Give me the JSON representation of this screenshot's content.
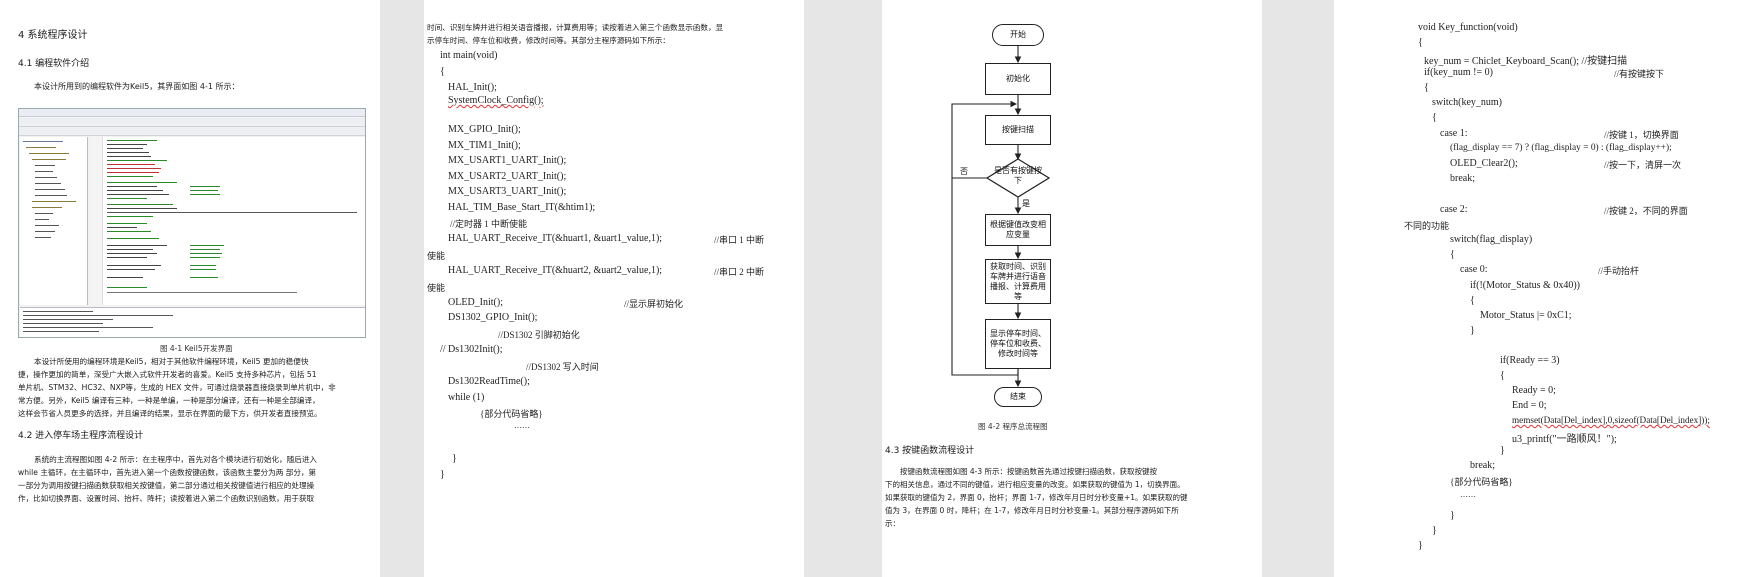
{
  "page1": {
    "section_title": "4 系统程序设计",
    "sub1_title": "4.1 编程软件介绍",
    "intro_line": "本设计所用到的编程软件为Keil5，其界面如图 4-1 所示：",
    "figure_caption": "图 4-1 Keil5开发界面",
    "para1": [
      "本设计所使用的编程环境是Keil5，相对于其他软件编程环境，Keil5 更加的稳便快",
      "捷，操作更加的简单，深受广大嵌入式软件开发者的喜爱。Keil5 支持多种芯片，包括 51",
      "单片机、STM32、HC32、NXP等，生成的 HEX 文件，可通过烧录器直接烧录到单片机中，非",
      "常方便。另外，Keil5 编译有三种，一种是单编，一种是部分编译，还有一种是全部编译，",
      "这样会节省人员更多的选择，并且编译的结果，显示在界面的最下方，供开发者直接预览。"
    ],
    "sub2_title": "4.2 进入停车场主程序流程设计",
    "para2": [
      "系统的主流程图如图 4-2 所示：在主程序中，首先对各个模块进行初始化，随后进入",
      "while 主循环，在主循环中，首先进入第一个函数按键函数，该函数主要分为两 部分，第",
      "一部分为调用按键扫描函数获取相关按键值，第二部分通过相关按键值进行相应的处理操",
      "作，比如切换界面、设置时间、抬杆、降杆；读按着进入第二个函数识别函数，用于获取"
    ]
  },
  "page2": {
    "intro": [
      "时间、识别车牌并进行相关语音播报，计算费用等；读按着进入第三个函数显示函数，显",
      "示停车时间、停车位和收费，修改时间等。其部分主程序源码如下所示："
    ],
    "code": [
      "int main(void)",
      "{",
      "HAL_Init();",
      "SystemClock_Config();",
      "MX_GPIO_Init();",
      "MX_TIM1_Init();",
      "MX_USART1_UART_Init();",
      "MX_USART2_UART_Init();",
      "MX_USART3_UART_Init();",
      "HAL_TIM_Base_Start_IT(&htim1);",
      "//定时器 1 中断使能",
      "HAL_UART_Receive_IT(&huart1, &uart1_value,1);",
      "//串口 1 中断",
      "使能",
      "HAL_UART_Receive_IT(&huart2, &uart2_value,1);",
      "//串口 2 中断",
      "使能",
      "OLED_Init();",
      "//显示屏初始化",
      "DS1302_GPIO_Init();",
      "//DS1302 引脚初始化",
      "//   Ds1302Init();",
      "//DS1302 写入时间",
      "Ds1302ReadTime();",
      "while (1)",
      "{部分代码省略}",
      "……",
      "}",
      "}"
    ]
  },
  "page3": {
    "flow": {
      "start": "开始",
      "init": "初始化",
      "scan": "按键扫描",
      "decision": "是否有按键按下",
      "yes": "是",
      "no": "否",
      "modify": "根据键值改变相应变量",
      "recog": "获取时间、识别车牌并进行语音播报、计算费用等",
      "display": "显示停车时间、停车位和收费、修改时间等",
      "end": "结束"
    },
    "figure_caption": "图 4-2  程序总流程图",
    "section_title": "4.3 按键函数流程设计",
    "para": [
      "按键函数流程图如图 4-3 所示：按键函数首先通过按键扫描函数，获取按键按",
      "下的相关信息，通过不同的键值，进行相应变量的改变。如果获取的键值为 1，切换界面。",
      "如果获取的键值为 2，界面 0，抬杆；界面 1-7，修改年月日时分秒变量+1。如果获取的键",
      "值为 3，在界面 0 时，降杆；在 1-7，修改年月日时分秒变量-1。其部分程序源码如下所",
      "示："
    ]
  },
  "page4": {
    "lines": [
      "void Key_function(void)",
      "{",
      "key_num = Chiclet_Keyboard_Scan();  //按键扫描",
      "if(key_num != 0)",
      "//有按键按下",
      "{",
      "switch(key_num)",
      "{",
      "case 1:",
      "//按键 1，切换界面",
      "(flag_display == 7) ? (flag_display = 0) : (flag_display++);",
      "OLED_Clear2();",
      "//按一下，清屏一次",
      "break;",
      "case 2:",
      "//按键 2，不同的界面",
      "不同的功能",
      "switch(flag_display)",
      "{",
      "case 0:",
      "//手动抬杆",
      "if(!(Motor_Status & 0x40))",
      "{",
      "Motor_Status |= 0xC1;",
      "}",
      "if(Ready == 3)",
      "{",
      "Ready = 0;",
      "End = 0;",
      "memset(Data[Del_index],0,sizeof(Data[Del_index]));",
      "u3_printf(\"一路顺风！\");",
      "}",
      "break;",
      "{部分代码省略}",
      "……",
      "}",
      "}",
      "}"
    ]
  }
}
